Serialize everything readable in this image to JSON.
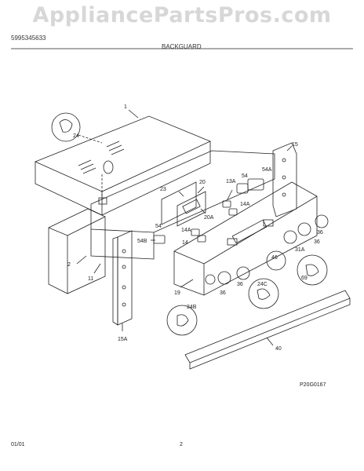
{
  "watermark": "AppliancePartsPros.com",
  "header": {
    "model_line": "5995345633",
    "section_title": "BACKGUARD"
  },
  "callouts": {
    "c1": "1",
    "c2": "2",
    "c11": "11",
    "c14": "14",
    "c14a_upper": "14A",
    "c14a_lower": "14A",
    "c13a": "13A",
    "c15": "15",
    "c15a": "15A",
    "c19": "19",
    "c20": "20",
    "c20a": "20A",
    "c23": "23",
    "c24": "24",
    "c24b": "24B",
    "c24c": "24C",
    "c31a": "31A",
    "c36_a": "36",
    "c36_b": "36",
    "c36_c": "36",
    "c36_d": "36",
    "c40": "40",
    "c46": "46",
    "c54": "54",
    "c54a": "54A",
    "c54b": "54B",
    "c54_left": "54",
    "c69": "69"
  },
  "figure_code": "P20G0167",
  "footer": {
    "date": "01/01",
    "page_number": "2"
  }
}
